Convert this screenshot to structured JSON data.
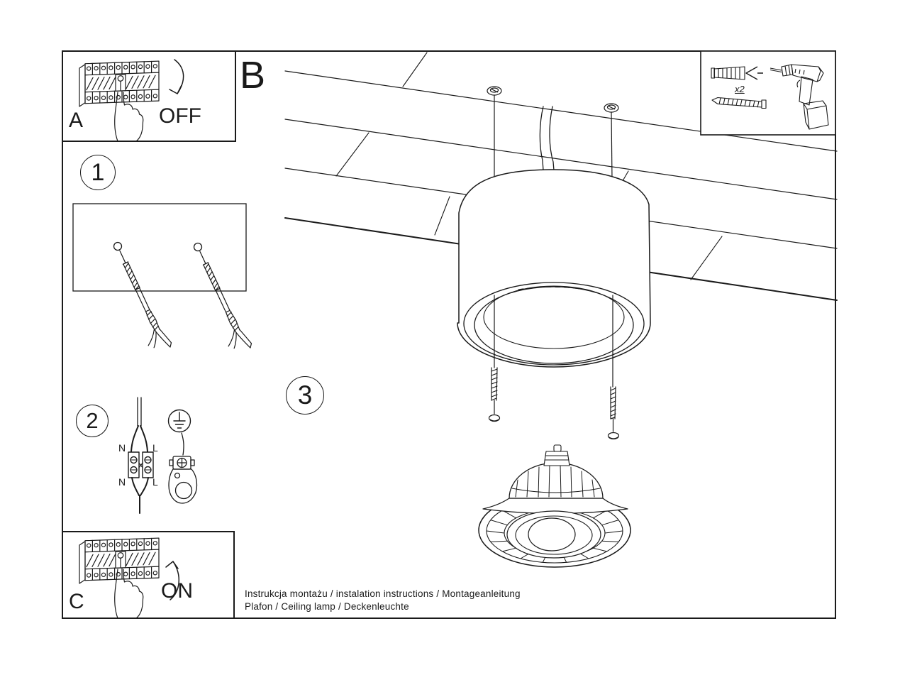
{
  "panels": {
    "a": {
      "label": "A",
      "state": "OFF"
    },
    "c": {
      "label": "C",
      "state": "ON"
    }
  },
  "section_b": {
    "label": "B"
  },
  "step_numbers": {
    "s1": "1",
    "s2": "2",
    "s3": "3"
  },
  "hardware": {
    "qty": "x2"
  },
  "wiring": {
    "n_top": "N",
    "l_top": "L",
    "n_bottom": "N",
    "l_bottom": "L"
  },
  "footer": {
    "line1": "Instrukcja montażu / instalation instructions / Montageanleitung",
    "line2": "Plafon / Ceiling lamp / Deckenleuchte"
  },
  "colors": {
    "ink": "#1a1a1a",
    "paper": "#ffffff"
  }
}
